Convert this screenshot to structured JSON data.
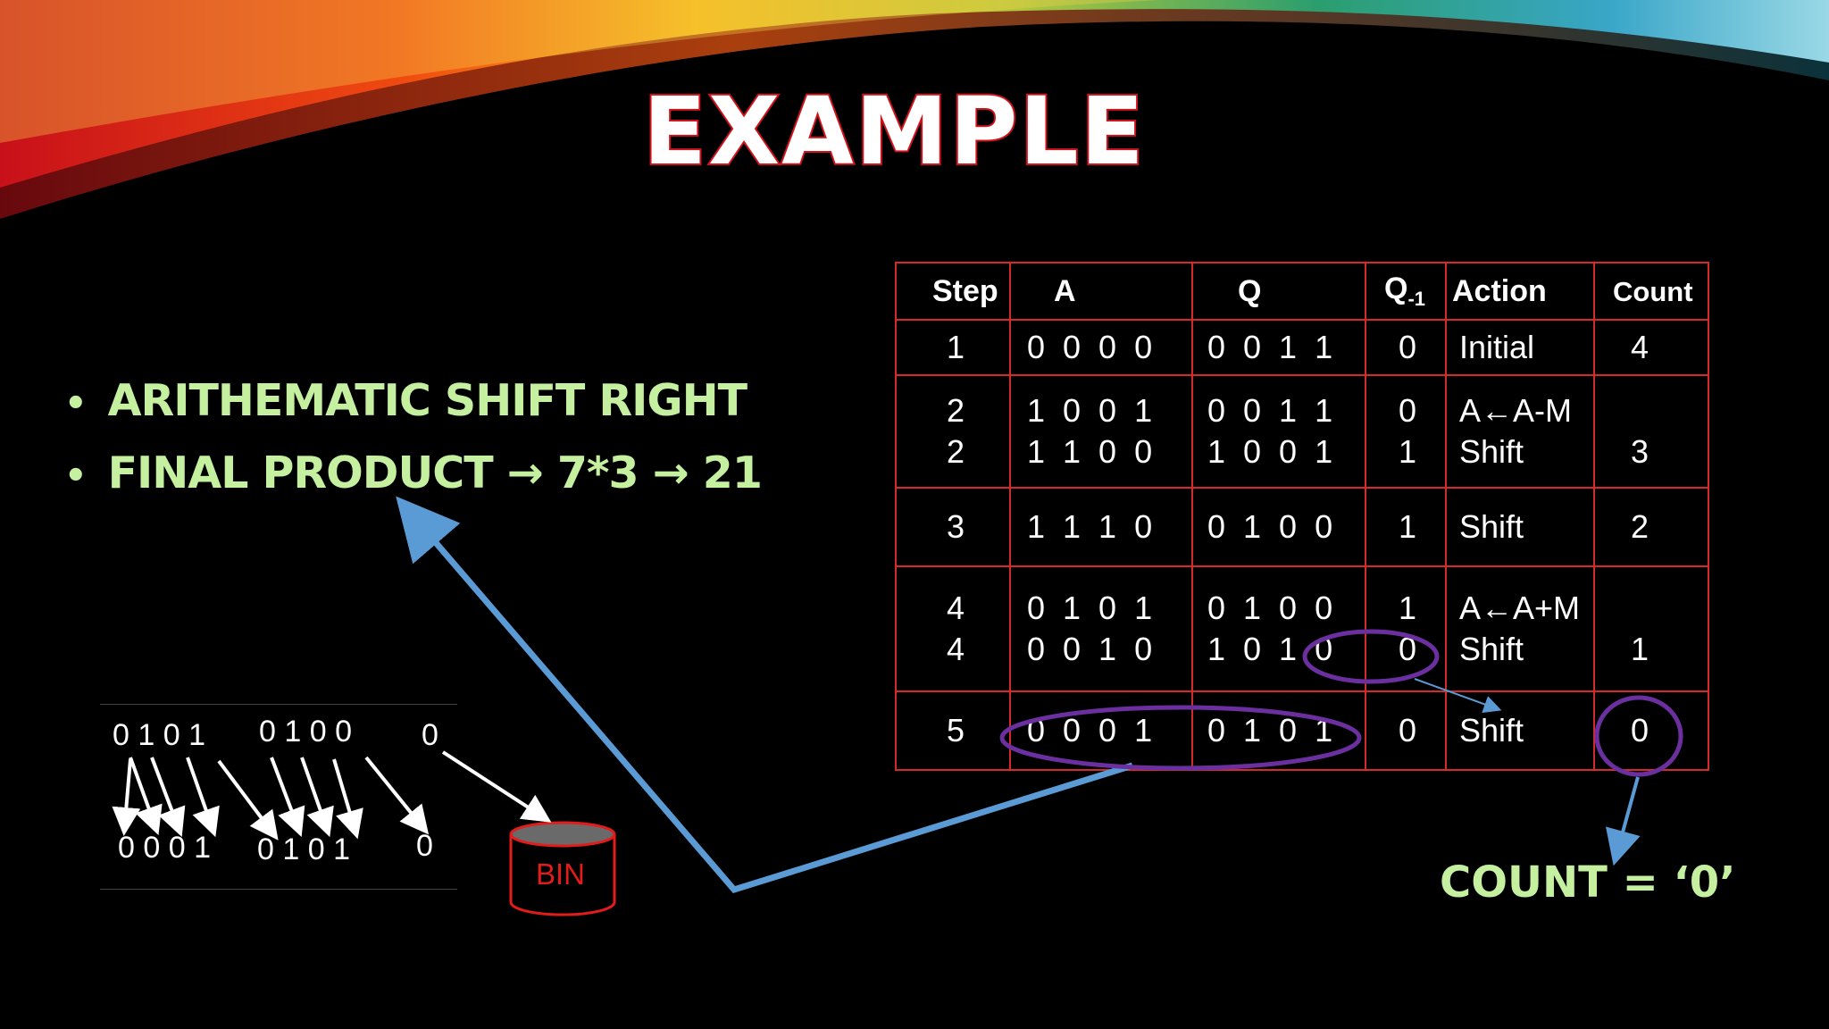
{
  "title": "EXAMPLE",
  "bullets": [
    "ARITHEMATIC SHIFT RIGHT",
    "FINAL PRODUCT → 7*3 → 21"
  ],
  "table": {
    "headers": {
      "step": "Step",
      "a": "A",
      "q": "Q",
      "q1_main": "Q",
      "q1_sub": "-1",
      "action": "Action",
      "count": "Count"
    },
    "rows": [
      {
        "step": [
          "1"
        ],
        "a": [
          "0  0  0  0"
        ],
        "q": [
          "0  0  1  1"
        ],
        "q1": [
          "0"
        ],
        "action": [
          "Initial"
        ],
        "count": "4"
      },
      {
        "step": [
          "2",
          "2"
        ],
        "a": [
          "1  0  0  1",
          "1  1  0  0"
        ],
        "q": [
          "0  0  1  1",
          "1  0  0  1"
        ],
        "q1": [
          "0",
          "1"
        ],
        "action": [
          "A←A-M",
          "Shift"
        ],
        "count": "3"
      },
      {
        "step": [
          "3"
        ],
        "a": [
          "1  1  1  0"
        ],
        "q": [
          "0  1  0  0"
        ],
        "q1": [
          "1"
        ],
        "action": [
          "Shift"
        ],
        "count": "2"
      },
      {
        "step": [
          "4",
          "4"
        ],
        "a": [
          "0  1  0  1",
          "0  0  1  0"
        ],
        "q": [
          "0  1  0  0",
          "1  0  1  0"
        ],
        "q1": [
          "1",
          "0"
        ],
        "action": [
          "A←A+M",
          "Shift"
        ],
        "count": "1"
      },
      {
        "step": [
          "5"
        ],
        "a": [
          "0  0  0  1"
        ],
        "q": [
          "0  1  0  1"
        ],
        "q1": [
          "0"
        ],
        "action": [
          "Shift"
        ],
        "count": "0"
      }
    ]
  },
  "count_note": "COUNT = ‘0’",
  "shift_demo": {
    "top": [
      "0 1 0 1",
      "0 1 0 0",
      "0"
    ],
    "bottom": [
      "0 0 0 1",
      "0 1 0 1",
      "0"
    ],
    "bin_label": "BIN"
  },
  "colors": {
    "title_stroke": "#d0121b",
    "bullet_text": "#c5f0a0",
    "table_border": "#d42a2a",
    "highlight_oval": "#6b2fa0",
    "arrow": "#5b9bd5",
    "bin": "#e21b1b"
  }
}
